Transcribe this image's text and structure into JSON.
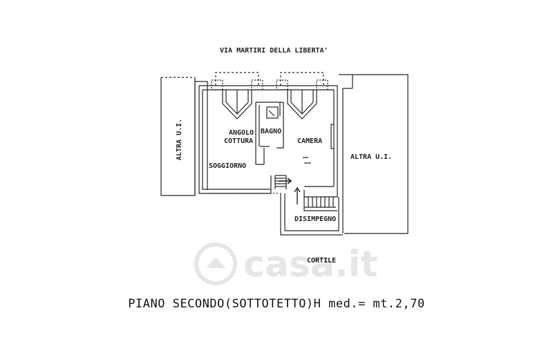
{
  "street_label": "VIA MARTIRI DELLA LIBERTA'",
  "rooms": {
    "angolo": "ANGOLO",
    "cottura": "COTTURA",
    "bagno": "BAGNO",
    "camera": "CAMERA",
    "soggiorno": "SOGGIORNO",
    "disimpegno": "DISIMPEGNO"
  },
  "neighbors": {
    "left": "ALTRA U.I.",
    "right": "ALTRA U.I."
  },
  "courtyard_label": "CORTILE",
  "caption": "PIANO SECONDO(SOTTOTETTO)H med.= mt.2,70",
  "watermark": "casa.it",
  "colors": {
    "line": "#222222",
    "hatch": "#555555",
    "watermark": "#e6e6e6"
  }
}
